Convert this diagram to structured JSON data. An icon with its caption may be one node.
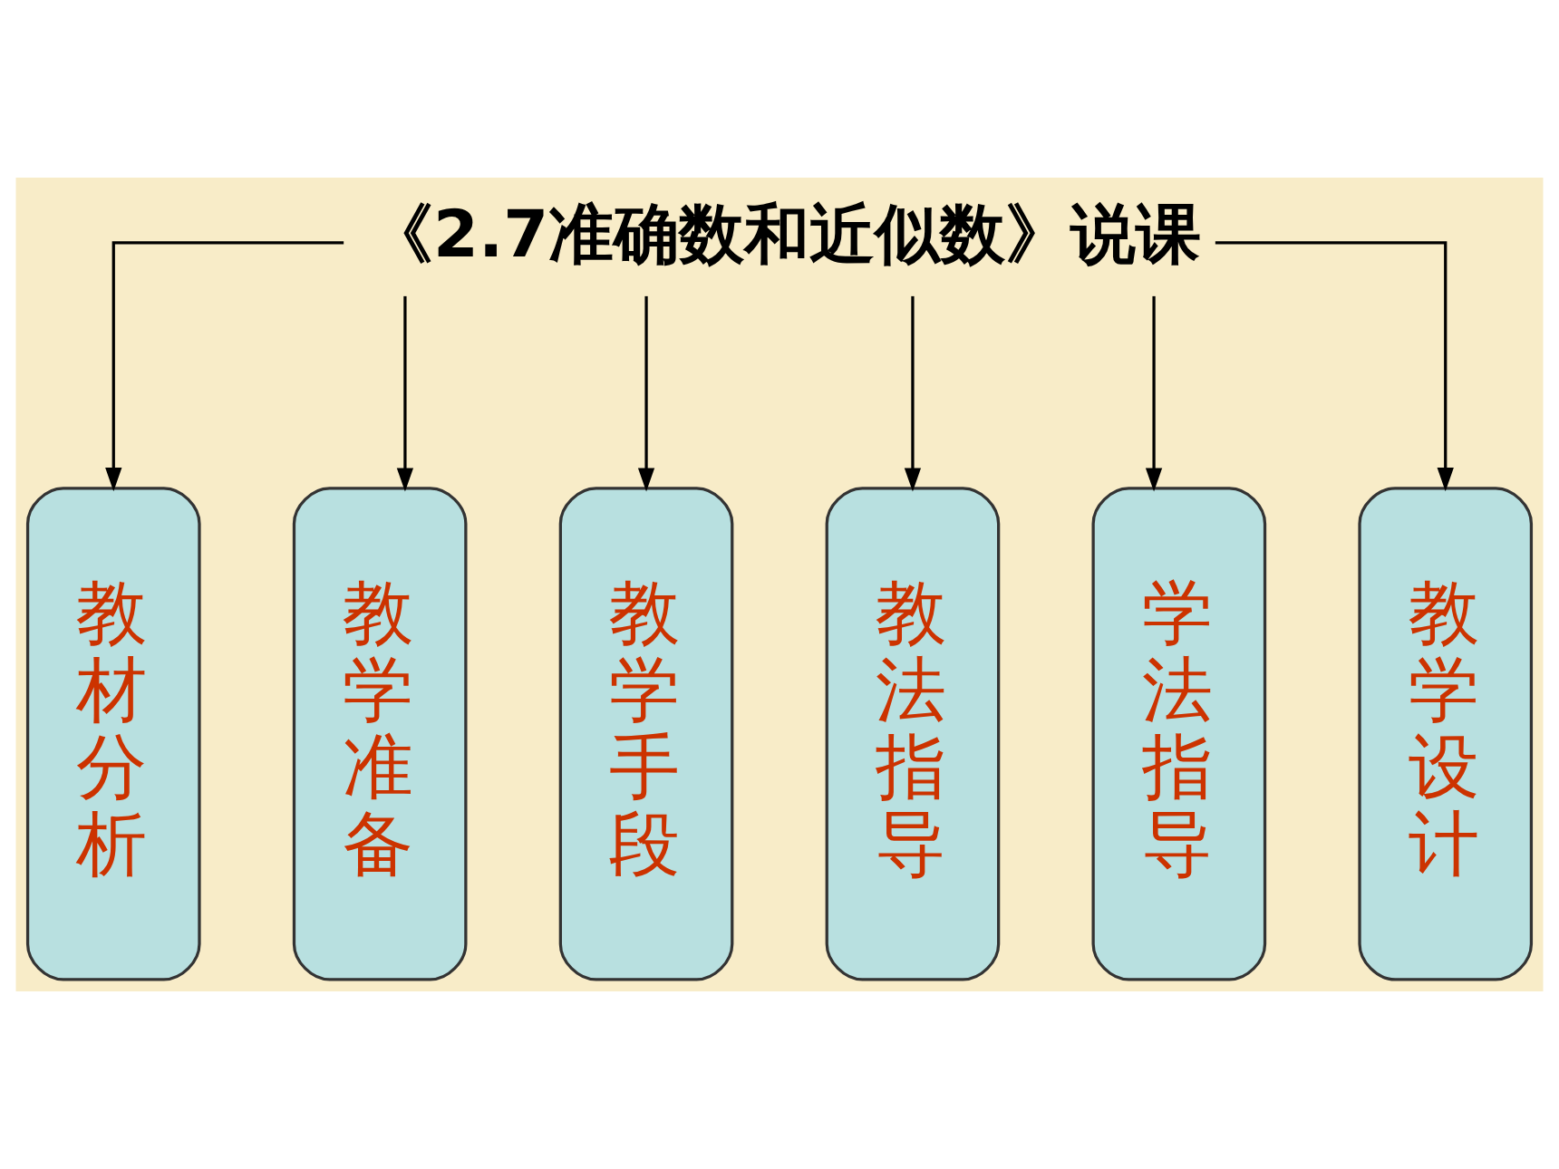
{
  "diagram": {
    "nodes": [
      {
        "text": [
          "《2.7准确数和近似数》说课"
        ]
      },
      {
        "text": [
          "教材分析"
        ]
      },
      {
        "text": [
          "教学准备"
        ]
      },
      {
        "text": [
          "教学手段"
        ]
      },
      {
        "text": [
          "教法指导"
        ]
      },
      {
        "text": [
          "学法指导"
        ]
      },
      {
        "text": [
          "教学设计"
        ]
      }
    ],
    "edges": [
      {
        "from": 0,
        "to": 1,
        "arrow": "to"
      },
      {
        "from": 0,
        "to": 2,
        "arrow": "to"
      },
      {
        "from": 0,
        "to": 3,
        "arrow": "to"
      },
      {
        "from": 0,
        "to": 4,
        "arrow": "to"
      },
      {
        "from": 0,
        "to": 5,
        "arrow": "to"
      },
      {
        "from": 0,
        "to": 6,
        "arrow": "to"
      }
    ]
  }
}
